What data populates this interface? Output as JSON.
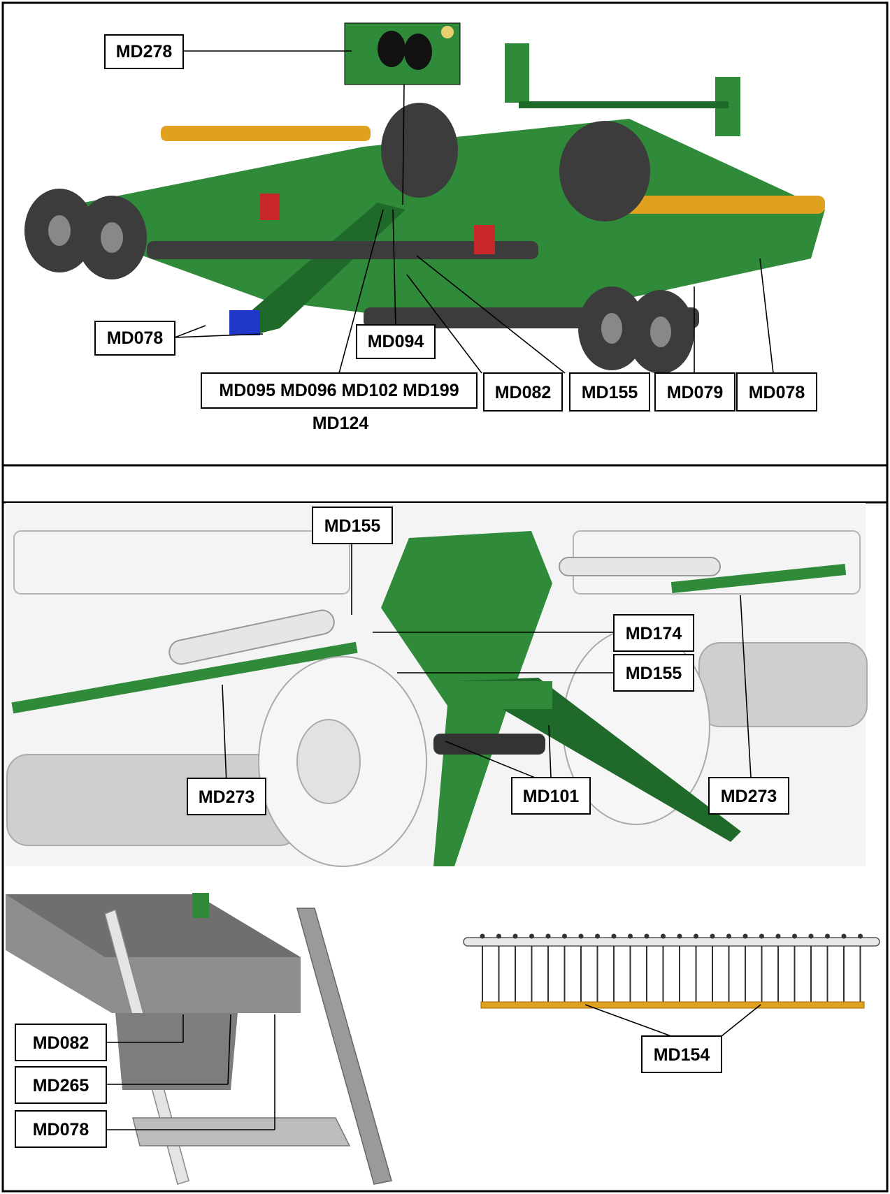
{
  "colors": {
    "machine_green": "#2f8a3a",
    "machine_green_dark": "#1f6a2a",
    "tire_dark": "#3c3c3c",
    "implement_orange": "#e0a020",
    "warning_red": "#c8282a",
    "frame_grey": "#8e8e8e",
    "line_art_grey": "#cfcfcf",
    "hydraulic_blue": "#2038c8"
  },
  "panel1": {
    "labels": {
      "md278": "MD278",
      "md078_left": "MD078",
      "md094": "MD094",
      "md_group": "MD095 MD096 MD102 MD199",
      "md124": "MD124",
      "md082": "MD082",
      "md155": "MD155",
      "md079": "MD079",
      "md078_right": "MD078"
    }
  },
  "panel2": {
    "labels": {
      "md155_top": "MD155",
      "md174": "MD174",
      "md155_mid": "MD155",
      "md273_left": "MD273",
      "md101": "MD101",
      "md273_right": "MD273"
    }
  },
  "panel3": {
    "labels": {
      "md082": "MD082",
      "md265": "MD265",
      "md078": "MD078"
    }
  },
  "panel4": {
    "labels": {
      "md154": "MD154"
    }
  }
}
